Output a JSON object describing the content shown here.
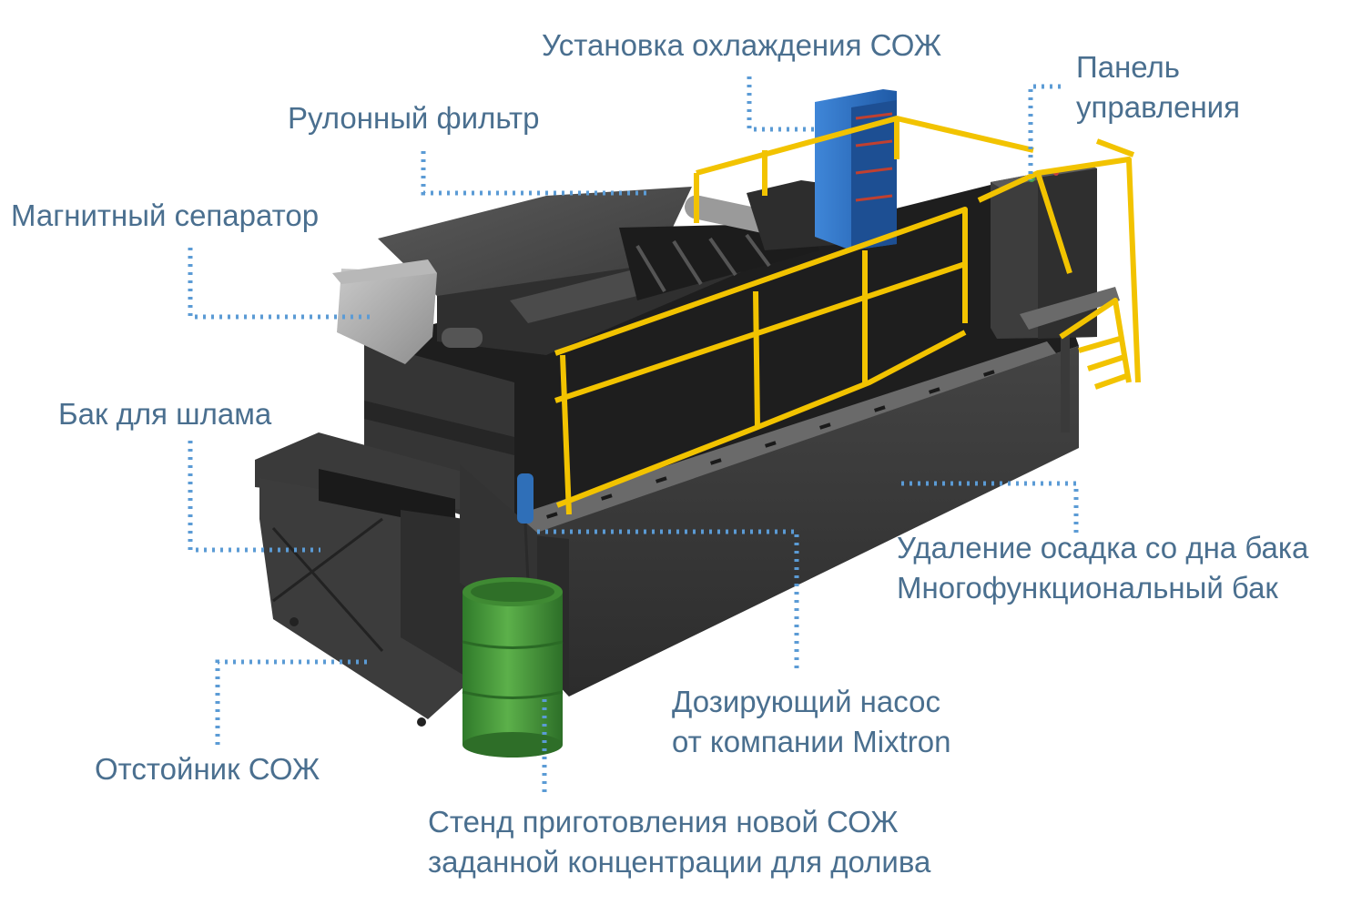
{
  "labels": {
    "cooling_unit": "Установка охлаждения СОЖ",
    "control_panel": [
      "Панель",
      "управления"
    ],
    "roll_filter": "Рулонный фильтр",
    "magnetic_separator": "Магнитный сепаратор",
    "sludge_tank": "Бак для шлама",
    "sediment_removal": [
      "Удаление осадка со дна бака",
      "Многофункциональный бак"
    ],
    "dosing_pump": [
      "Дозирующий насос",
      "от компании Mixtron"
    ],
    "coolant_settler": "Отстойник СОЖ",
    "mixing_stand": [
      "Стенд приготовления новой СОЖ",
      "заданной концентрации для долива"
    ]
  },
  "colors": {
    "label_text": "#4a6f8f",
    "leader_line": "#5b9bd5",
    "tank_body": "#3a3a3a",
    "railing": "#f2c300",
    "cooler": "#2f6fc0",
    "drum": "#4a9a3a"
  }
}
